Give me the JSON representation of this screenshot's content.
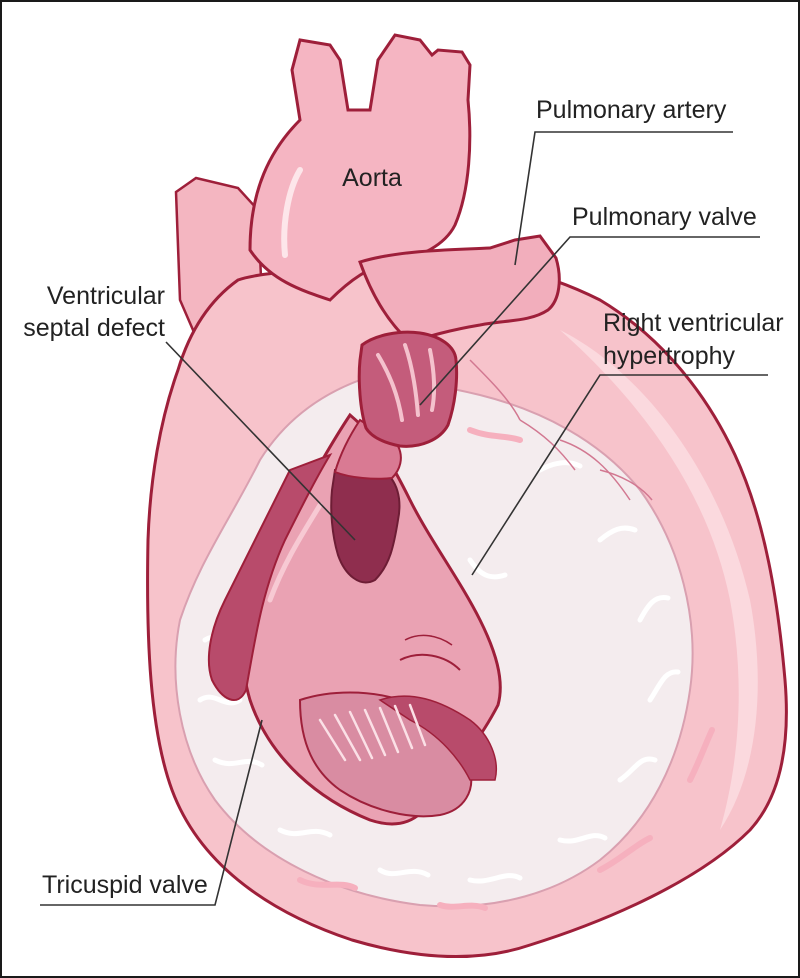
{
  "figure": {
    "colors": {
      "heart_surface": "#f7c3cb",
      "heart_highlight": "#fbd9de",
      "outline": "#9e1f3a",
      "interior": "#eaa2b3",
      "chamber_dark": "#b84b6b",
      "defect": "#8f2e4e",
      "myocardium_cut": "#f4ecee",
      "leader_line": "#333333"
    }
  },
  "labels": {
    "aorta": "Aorta",
    "pulmonary_artery": "Pulmonary artery",
    "pulmonary_valve": "Pulmonary valve",
    "vsd_line1": "Ventricular",
    "vsd_line2": "septal defect",
    "rvh_line1": "Right ventricular",
    "rvh_line2": "hypertrophy",
    "tricuspid": "Tricuspid valve"
  }
}
